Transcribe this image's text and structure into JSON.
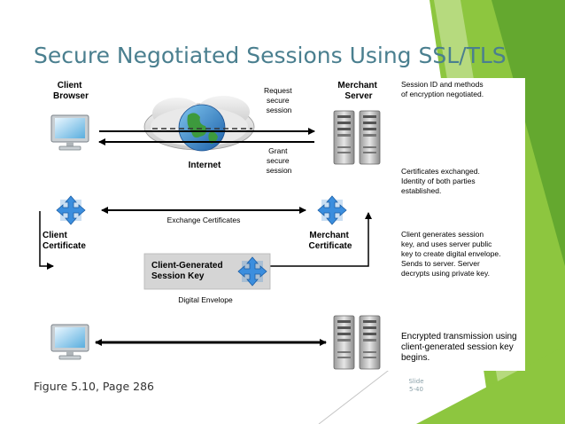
{
  "slide": {
    "title": "Secure Negotiated Sessions Using SSL/TLS",
    "caption": "Figure 5.10, Page 286",
    "slide_label": "Slide",
    "slide_number": "5-40"
  },
  "theme": {
    "title_color": "#4a7f8f",
    "accent_green": "#8dc63f",
    "accent_dark_green": "#5aa02c",
    "light_green": "#c8e29a"
  },
  "diagram": {
    "client_browser": [
      "Client",
      "Browser"
    ],
    "merchant_server": [
      "Merchant",
      "Server"
    ],
    "request_label": [
      "Request",
      "secure",
      "session"
    ],
    "grant_label": [
      "Grant",
      "secure",
      "session"
    ],
    "internet_label": "Internet",
    "exchange_label": "Exchange Certificates",
    "client_certificate": [
      "Client",
      "Certificate"
    ],
    "merchant_certificate": [
      "Merchant",
      "Certificate"
    ],
    "session_key": [
      "Client-Generated",
      "Session Key"
    ],
    "digital_envelope": "Digital Envelope",
    "step_notes": [
      [
        "Session ID and methods",
        "of encryption negotiated."
      ],
      [
        "Certificates exchanged.",
        "Identity of both parties",
        "established."
      ],
      [
        "Client generates session",
        "key, and uses server public",
        "key to create digital envelope.",
        "Sends to server.  Server",
        "decrypts using private key."
      ],
      [
        "Encrypted transmission using",
        "client-generated session key",
        "begins."
      ]
    ]
  }
}
